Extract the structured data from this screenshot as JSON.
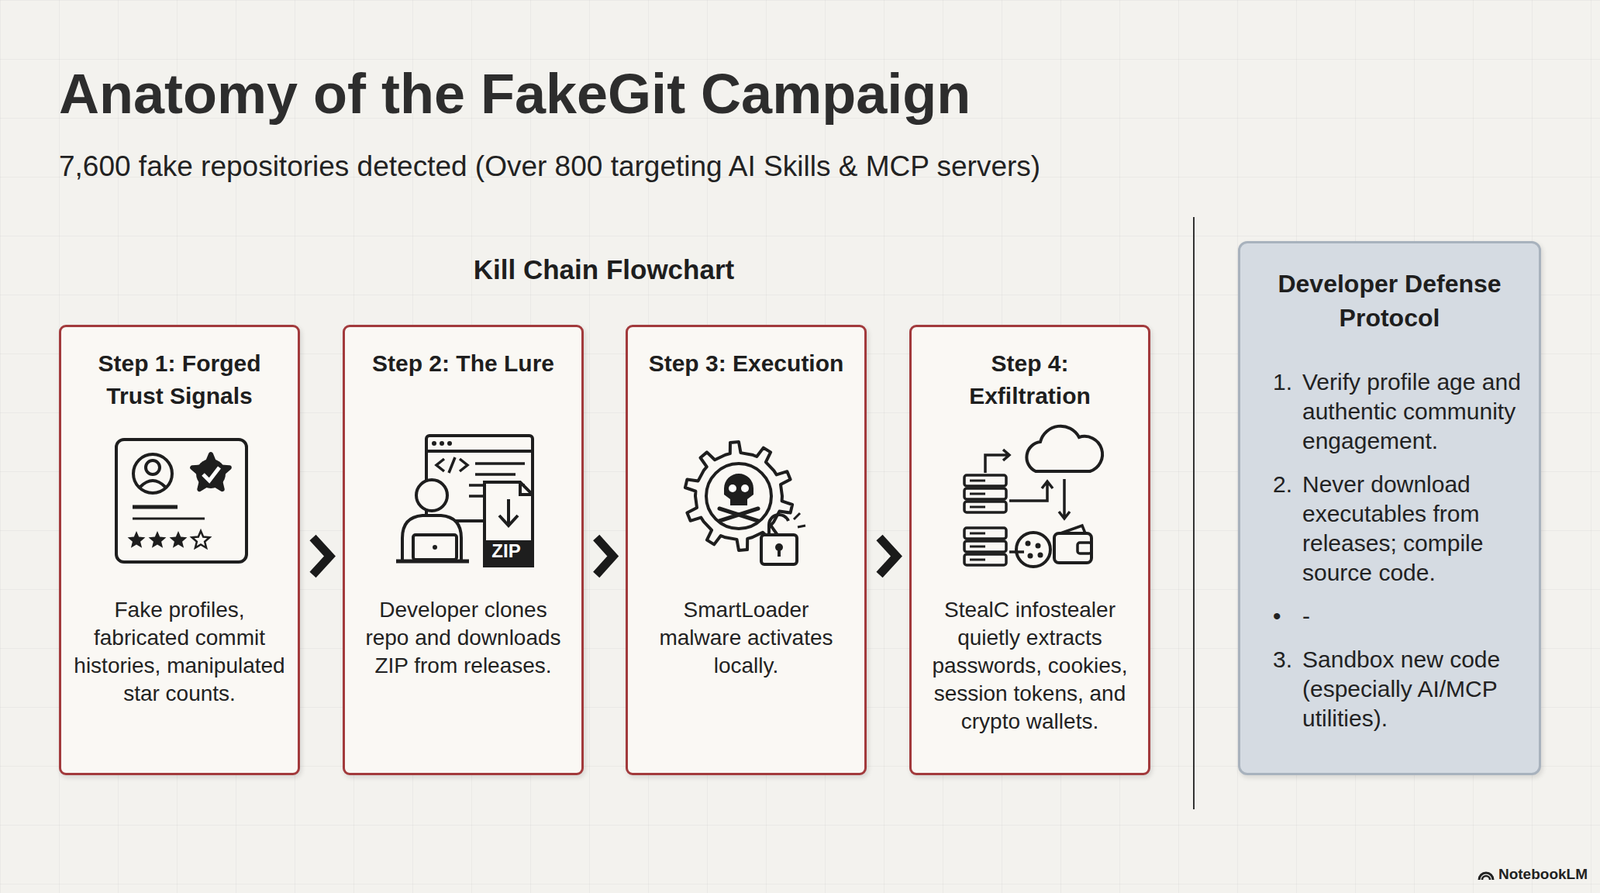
{
  "diagram": {
    "title": "Anatomy of the FakeGit Campaign",
    "nodes": [
      {
        "text": [
          "Step 1: Forged Trust Signals",
          "Fake profiles, fabricated commit histories, manipulated star counts."
        ]
      },
      {
        "text": [
          "Step 2: The Lure",
          "Developer clones repo and downloads ZIP from releases."
        ]
      },
      {
        "text": [
          "Step 3: Execution",
          "SmartLoader malware activates locally."
        ]
      },
      {
        "text": [
          "Step 4: Exfiltration",
          "StealC infostealer quietly extracts passwords, cookies, session tokens, and crypto wallets."
        ]
      },
      {
        "text": [
          "Developer Defense Protocol",
          "1.",
          "Verify profile age and authentic community engagement.",
          "2.",
          "Never download executables from releases; compile source code.",
          "•",
          "-",
          "3.",
          "Sandbox new code (especially AI/MCP utilities)."
        ]
      }
    ],
    "edges": [
      {
        "from": 0,
        "to": 1,
        "arrow": "to"
      },
      {
        "from": 1,
        "to": 2,
        "arrow": "to"
      },
      {
        "from": 2,
        "to": 3,
        "arrow": "to"
      }
    ],
    "labels": [
      "7,600 fake repositories detected (Over 800 targeting AI Skills & MCP servers)",
      "Kill Chain Flowchart",
      "ZIP",
      "NotebookLM"
    ]
  }
}
